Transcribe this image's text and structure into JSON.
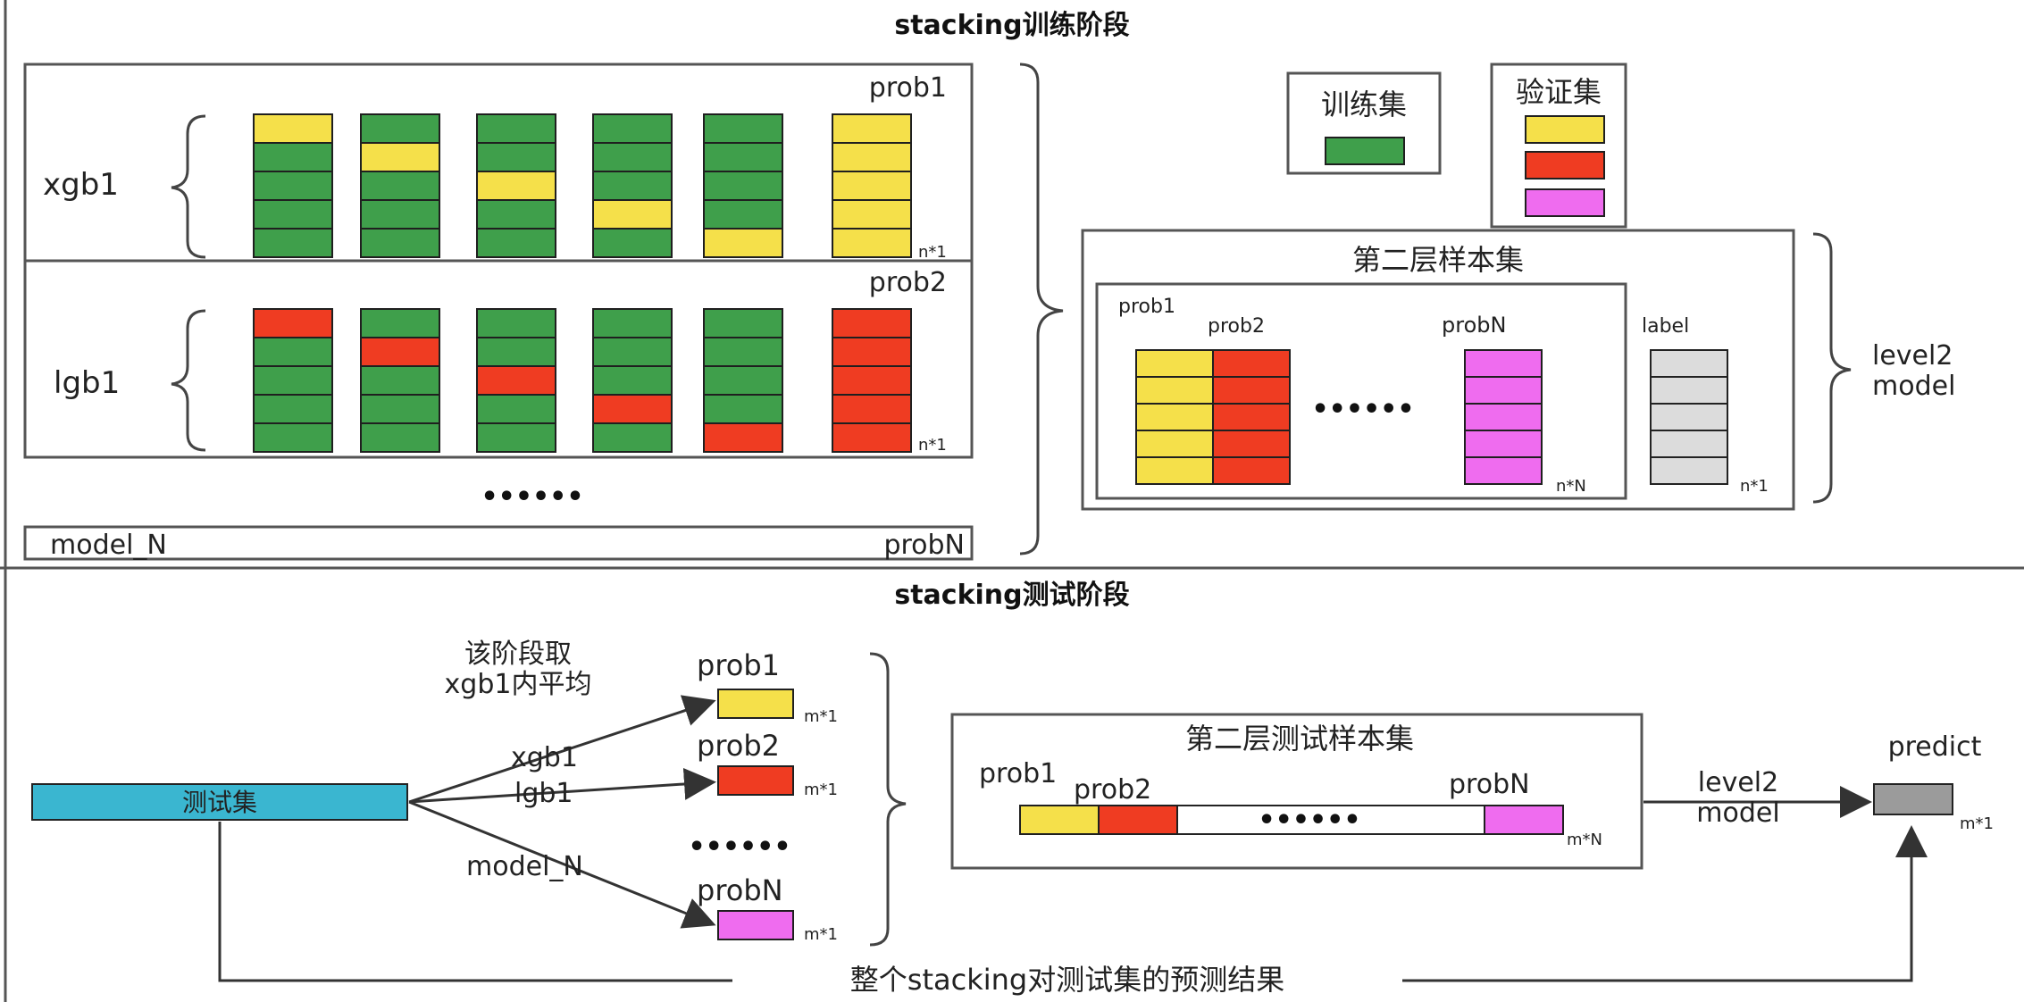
{
  "train": {
    "title": "stacking训练阶段",
    "model1": {
      "name": "xgb1",
      "prob": "prob1",
      "shape": "n*1"
    },
    "model2": {
      "name": "lgb1",
      "prob": "prob2",
      "shape": "n*1"
    },
    "dots": "••••••",
    "modelN": {
      "name": "model_N",
      "prob": "probN"
    },
    "legend": {
      "train_set": "训练集",
      "val_set": "验证集"
    },
    "second_layer": {
      "title": "第二层样本集",
      "prob1": "prob1",
      "prob2": "prob2",
      "probN": "probN",
      "label": "label",
      "dots": "••••••",
      "shape_n": "n*N",
      "shape_1": "n*1"
    },
    "level2_model_a": "level2",
    "level2_model_b": "model"
  },
  "test": {
    "title": "stacking测试阶段",
    "test_set": "测试集",
    "note_line1": "该阶段取",
    "note_line2": "xgb1内平均",
    "branch_xgb": "xgb1",
    "branch_lgb": "lgb1",
    "branch_modelN": "model_N",
    "prob1": "prob1",
    "prob2": "prob2",
    "probN": "probN",
    "m1": "m*1",
    "dots": "••••••",
    "second_layer_title": "第二层测试样本集",
    "layer_prob1": "prob1",
    "layer_prob2": "prob2",
    "layer_probN": "probN",
    "layer_dots": "••••••",
    "layer_shape": "m*N",
    "level2_a": "level2",
    "level2_b": "model",
    "predict": "predict",
    "predict_shape": "m*1",
    "result": "整个stacking对测试集的预测结果"
  }
}
